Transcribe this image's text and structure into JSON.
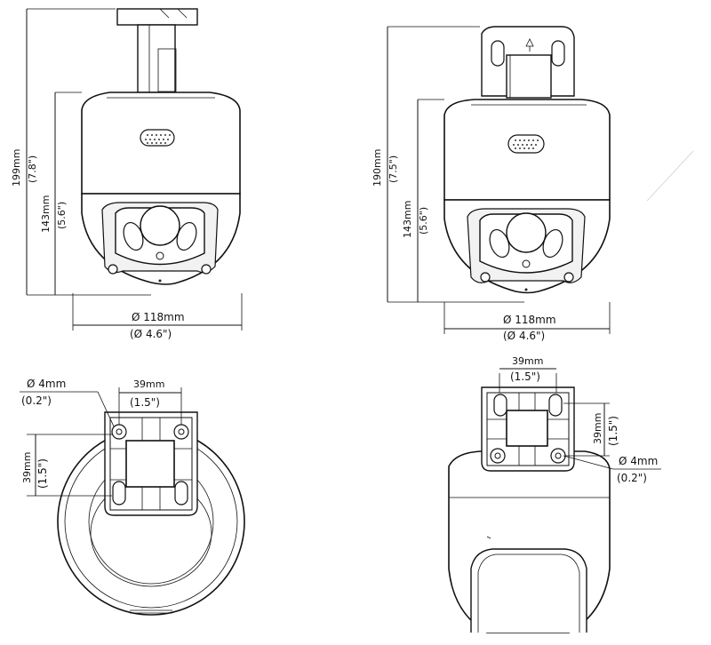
{
  "views": {
    "front_wall": {
      "height_total_mm": "199mm",
      "height_total_in": "(7.8\")",
      "height_body_mm": "143mm",
      "height_body_in": "(5.6\")",
      "diameter_mm": "Ø 118mm",
      "diameter_in": "(Ø 4.6\")"
    },
    "front_ceiling": {
      "height_total_mm": "190mm",
      "height_total_in": "(7.5\")",
      "height_body_mm": "143mm",
      "height_body_in": "(5.6\")",
      "diameter_mm": "Ø 118mm",
      "diameter_in": "(Ø 4.6\")"
    },
    "top_view": {
      "hole_mm": "Ø 4mm",
      "hole_in": "(0.2\")",
      "spacing_h_mm": "39mm",
      "spacing_h_in": "(1.5\")",
      "spacing_v_mm": "39mm",
      "spacing_v_in": "(1.5\")"
    },
    "back_view": {
      "spacing_h_mm": "39mm",
      "spacing_h_in": "(1.5\")",
      "spacing_v_mm": "39mm",
      "spacing_v_in": "(1.5\")",
      "hole_mm": "Ø 4mm",
      "hole_in": "(0.2\")"
    }
  }
}
